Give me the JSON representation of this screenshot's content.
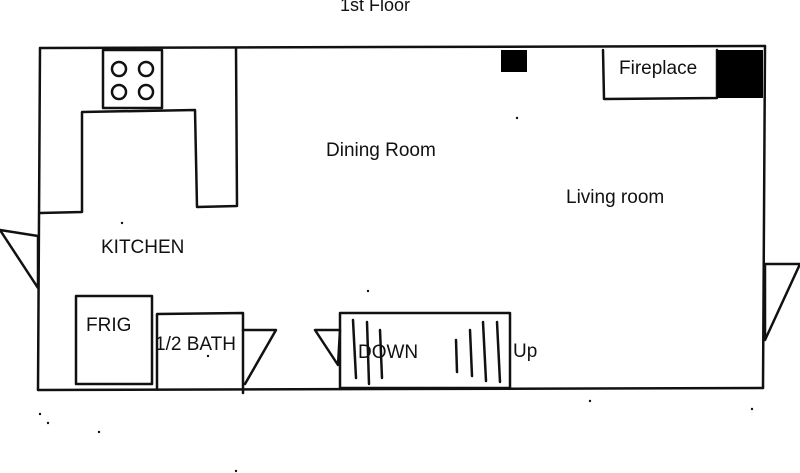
{
  "title": "1st Floor",
  "rooms": {
    "dining": "Dining Room",
    "living": "Living room",
    "kitchen": "KITCHEN",
    "bath": "1/2 BATH"
  },
  "fixtures": {
    "frig": "FRIG",
    "fireplace": "Fireplace"
  },
  "stairs": {
    "down": "DOWN",
    "up": "Up"
  },
  "colors": {
    "line": "#111111",
    "fill": "#000000",
    "background": "#ffffff"
  }
}
